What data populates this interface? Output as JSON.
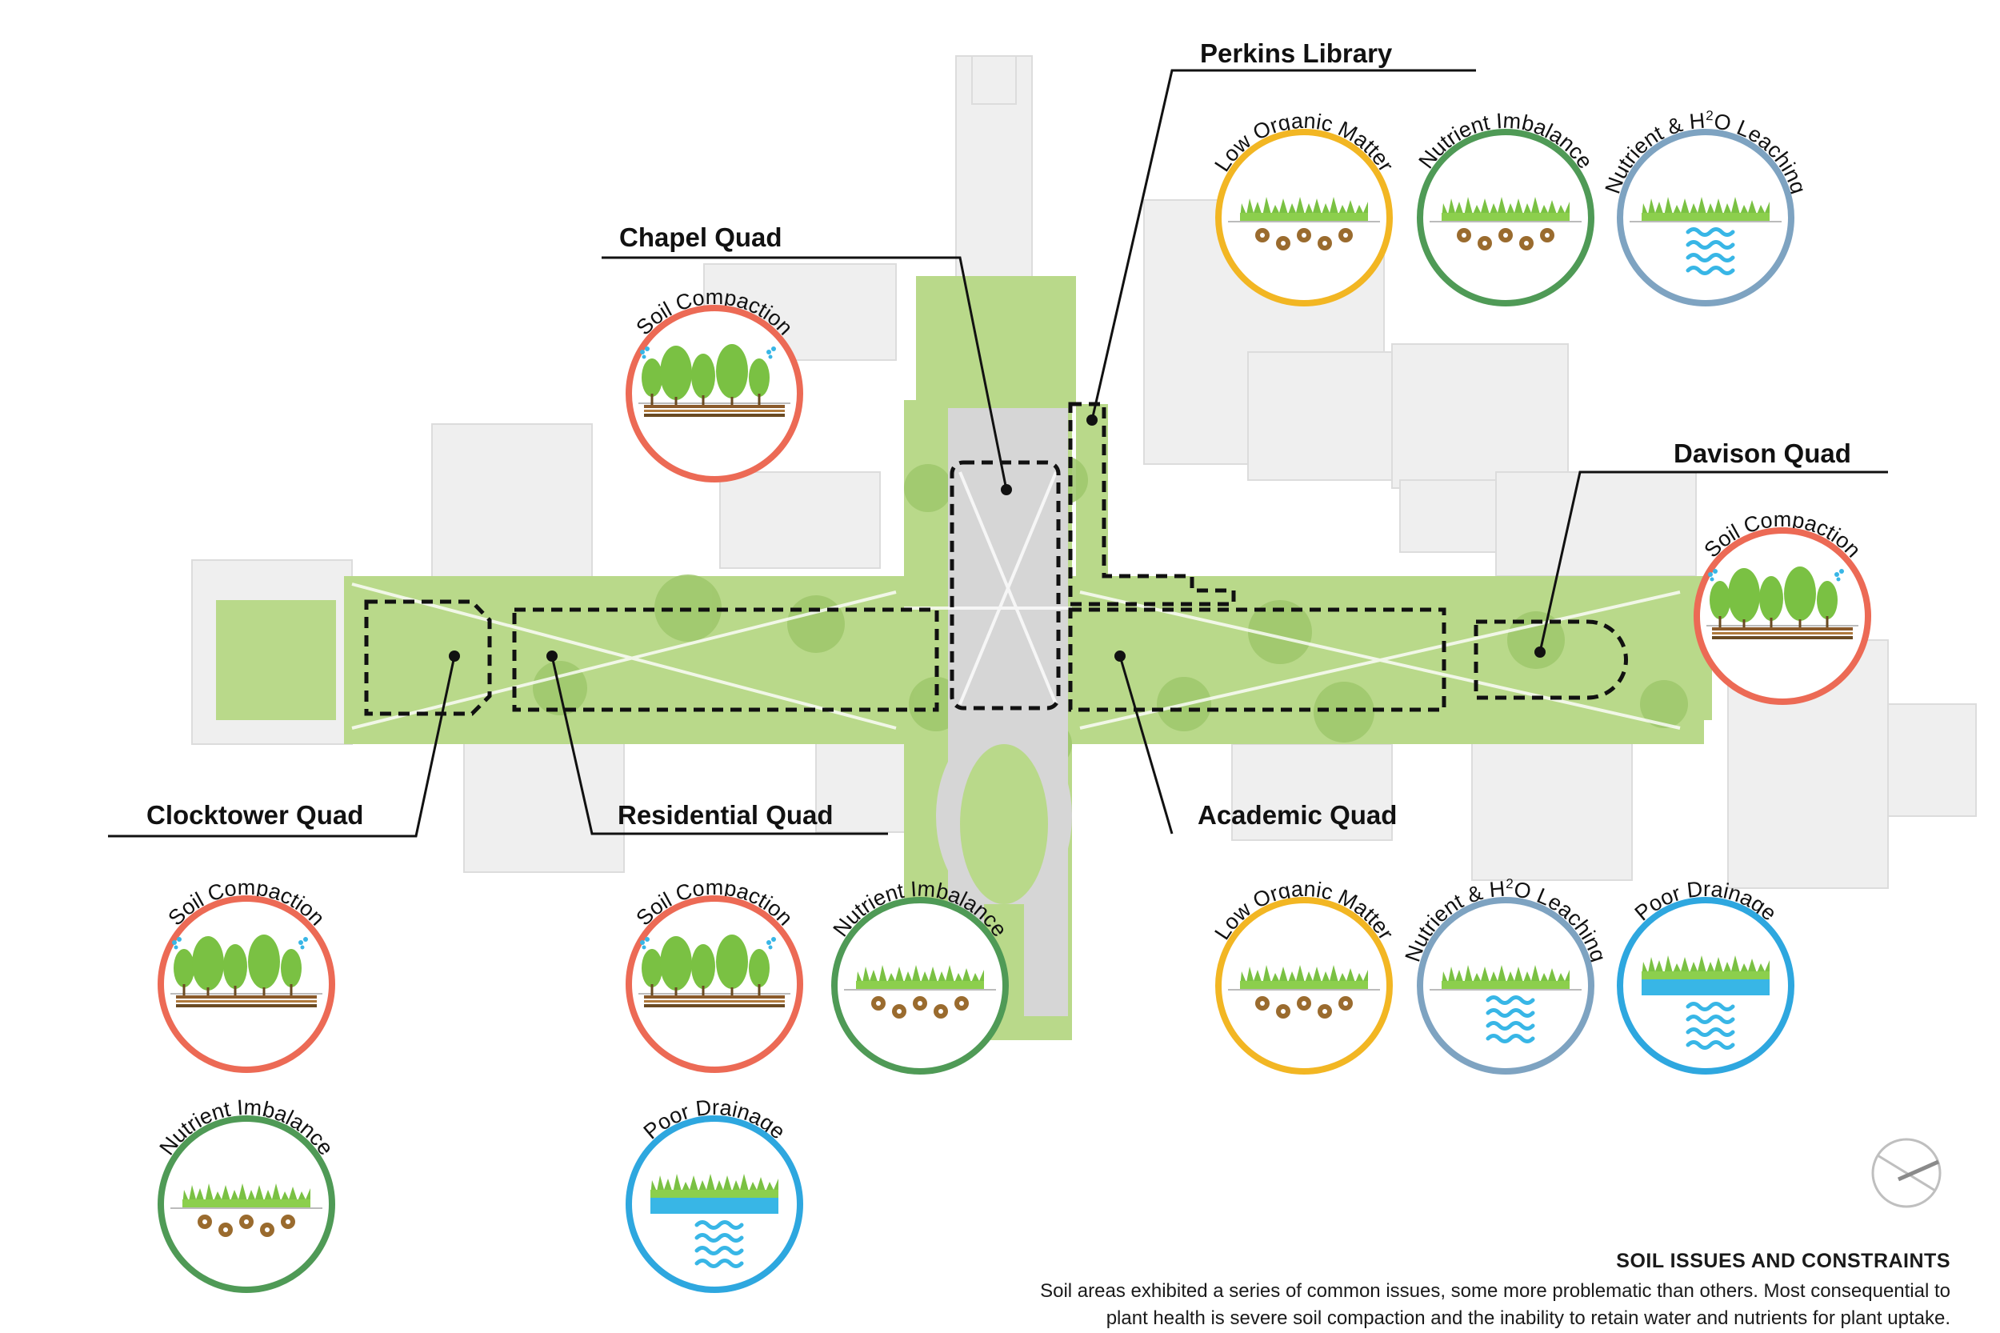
{
  "labels": {
    "perkins": "Perkins Library",
    "chapel": "Chapel Quad",
    "davison": "Davison Quad",
    "clocktower": "Clocktower Quad",
    "residential": "Residential Quad",
    "academic": "Academic Quad"
  },
  "issues": {
    "low_organic_matter": "Low Organic Matter",
    "nutrient_imbalance": "Nutrient Imbalance",
    "leaching_pre": "Nutrient & H",
    "leaching_sup": "2",
    "leaching_post": "O Leaching",
    "soil_compaction": "Soil Compaction",
    "poor_drainage": "Poor Drainage"
  },
  "caption": {
    "title": "SOIL ISSUES AND CONSTRAINTS",
    "body_line1": "Soil areas exhibited a series of common issues, some more problematic than others.  Most consequential to",
    "body_line2": "plant health is severe soil compaction and the inability to retain water and nutrients for plant uptake."
  },
  "colors": {
    "low_organic_matter": "#f2b623",
    "nutrient_imbalance": "#4f9a56",
    "leaching": "#7ea3c1",
    "soil_compaction": "#ec6a55",
    "poor_drainage": "#2ea7df",
    "lawn": "#b9d98a",
    "building": "#eeeeee"
  },
  "icons": {
    "low_organic_matter": "grass-with-flower-nodes-icon",
    "nutrient_imbalance": "grass-with-flower-nodes-icon",
    "leaching": "grass-with-water-waves-icon",
    "soil_compaction": "trees-on-compacted-layers-icon",
    "poor_drainage": "grass-over-water-layer-icon",
    "north_arrow": "north-arrow-icon"
  }
}
